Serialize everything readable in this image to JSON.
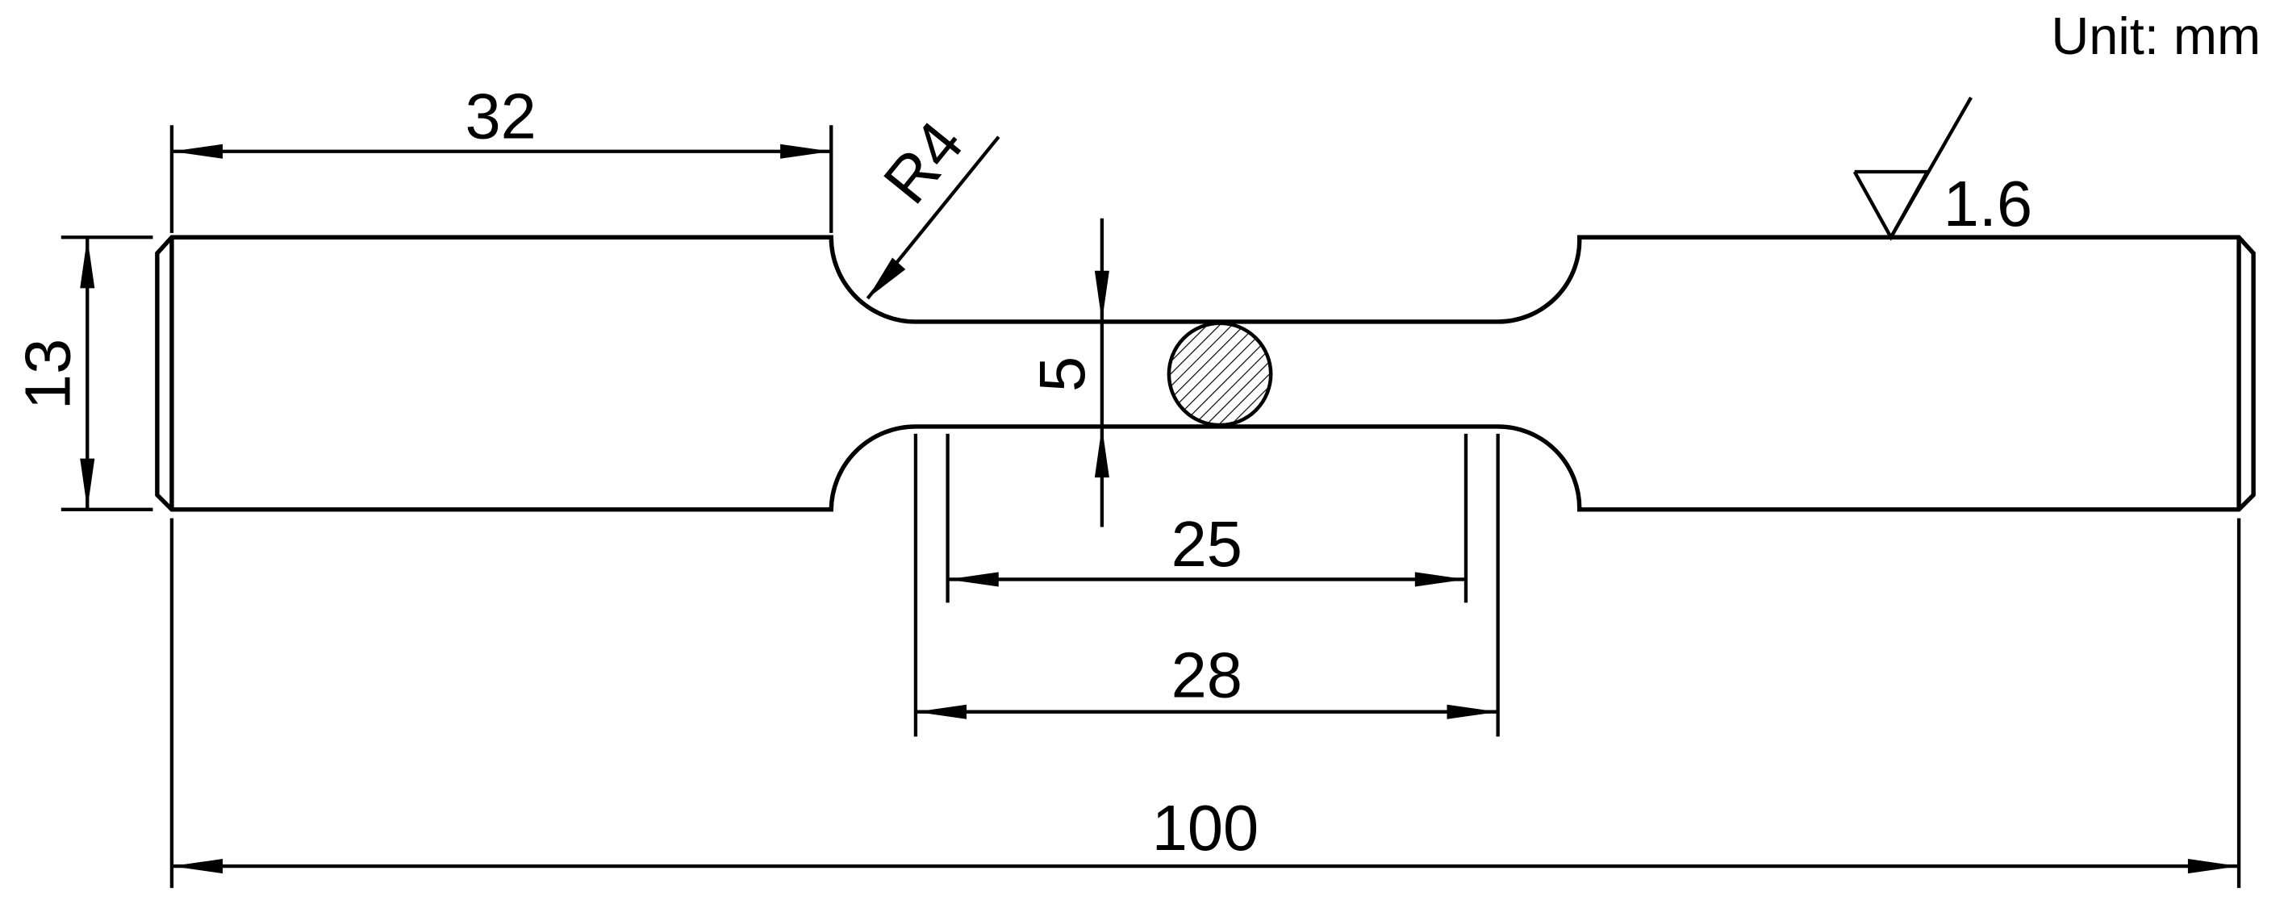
{
  "unit_note": "Unit: mm",
  "surface_roughness": "1.6",
  "radius_label": "R4",
  "dimensions": {
    "grip_length": "32",
    "total_width": "13",
    "gauge_diameter": "5",
    "gauge_length": "25",
    "reduced_section_length": "28",
    "total_length": "100"
  }
}
